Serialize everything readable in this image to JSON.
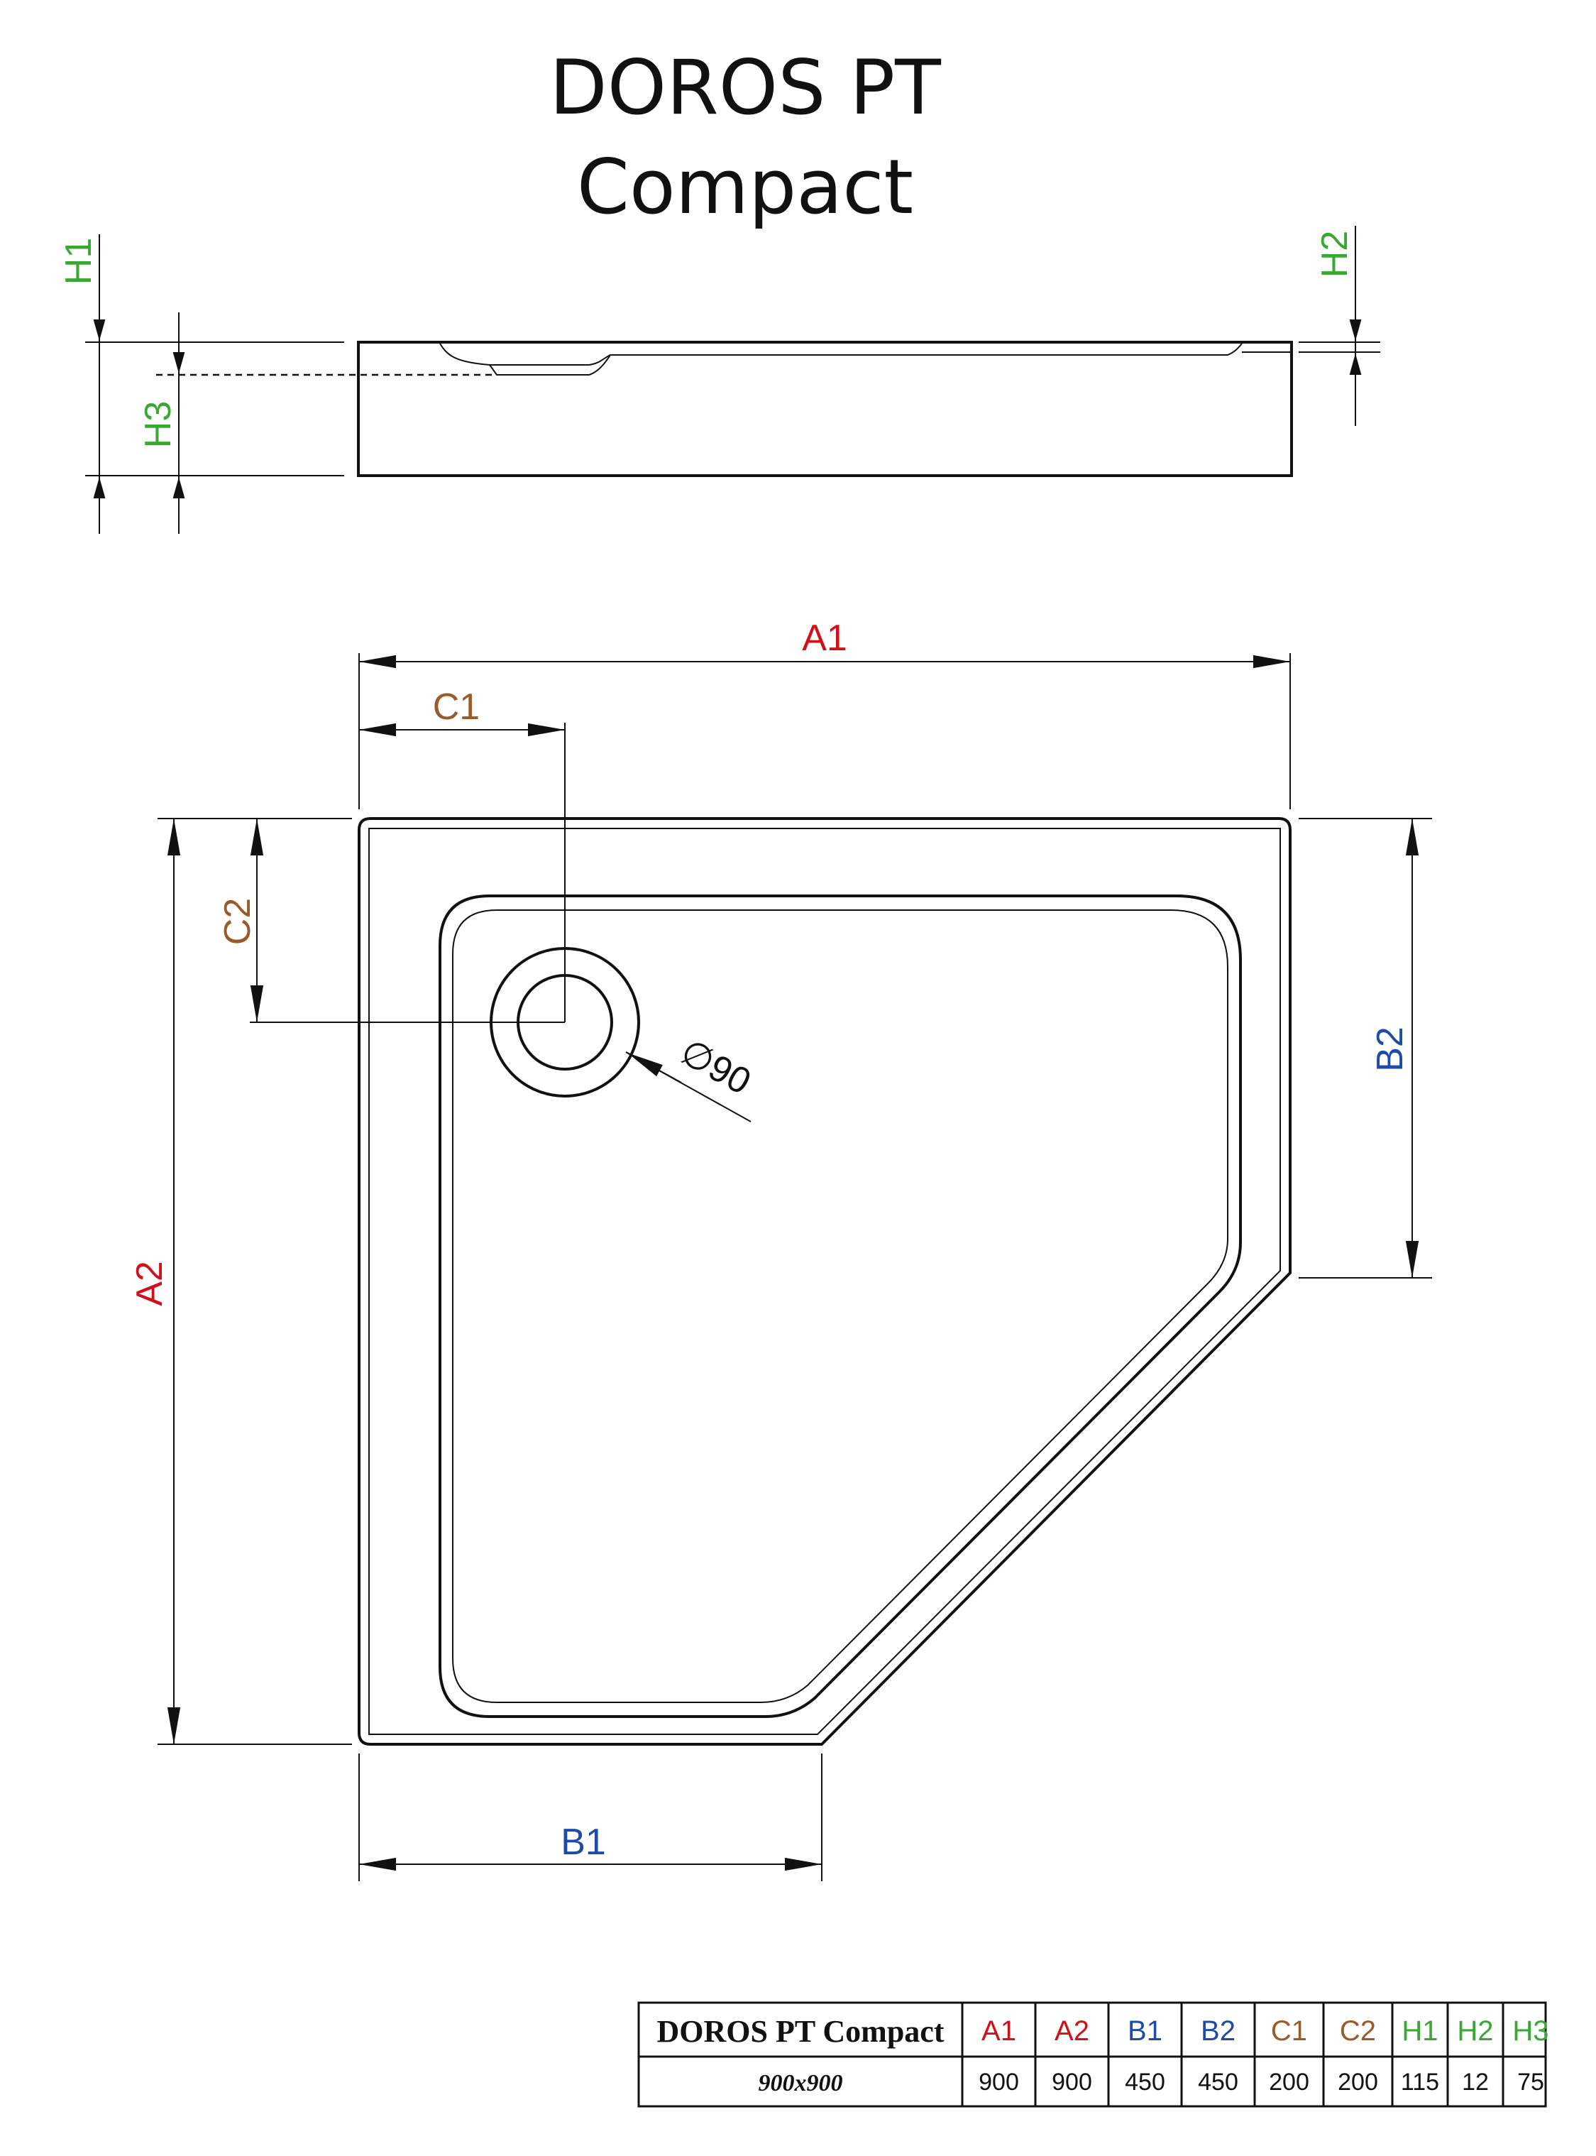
{
  "title": {
    "line1": "DOROS PT",
    "line2": "Compact"
  },
  "colors": {
    "red": "#d0101a",
    "blue": "#1e4aa8",
    "brown": "#9a5a2a",
    "green": "#38a832",
    "black": "#111111"
  },
  "side_view": {
    "labels": {
      "h1": "H1",
      "h2": "H2",
      "h3": "H3"
    }
  },
  "top_view": {
    "labels": {
      "a1": "A1",
      "a2": "A2",
      "b1": "B1",
      "b2": "B2",
      "c1": "C1",
      "c2": "C2"
    },
    "drain_label": "90",
    "diameter_symbol": "∅"
  },
  "table": {
    "name": "DOROS PT Compact",
    "headers": [
      "A1",
      "A2",
      "B1",
      "B2",
      "C1",
      "C2",
      "H1",
      "H2",
      "H3"
    ],
    "header_colors": [
      "red",
      "red",
      "blue",
      "blue",
      "brown",
      "brown",
      "green",
      "green",
      "green"
    ],
    "rows": [
      {
        "size": "900x900",
        "values": [
          "900",
          "900",
          "450",
          "450",
          "200",
          "200",
          "115",
          "12",
          "75"
        ]
      }
    ]
  }
}
